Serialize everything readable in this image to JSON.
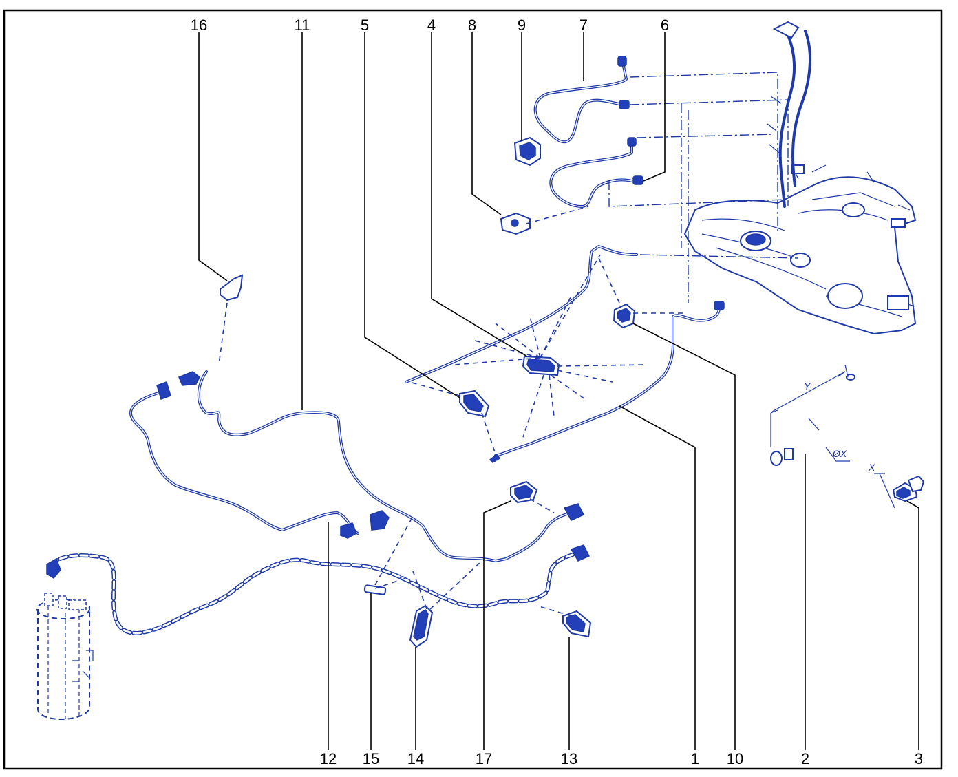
{
  "diagram": {
    "callouts": {
      "c16": "16",
      "c11": "11",
      "c5": "5",
      "c4": "4",
      "c8": "8",
      "c9": "9",
      "c7": "7",
      "c6": "6",
      "c12": "12",
      "c15": "15",
      "c14": "14",
      "c17": "17",
      "c13": "13",
      "c1": "1",
      "c10": "10",
      "c2": "2",
      "c3": "3"
    },
    "dimensions": {
      "y": "Y",
      "diameter": "ØX",
      "x": "X"
    },
    "colors": {
      "line": "#1f3aa8",
      "frame": "#000000",
      "background": "#ffffff"
    }
  }
}
